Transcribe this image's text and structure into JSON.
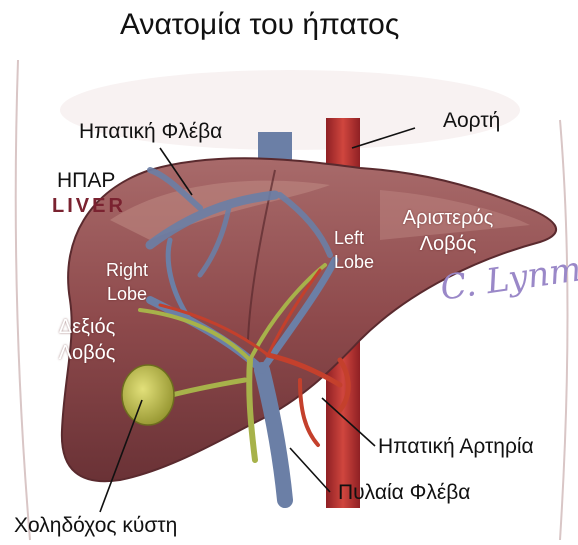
{
  "title": "Ανατομία του ήπατος",
  "labels": {
    "hepatic_vein": "Ηπατική Φλέβα",
    "aorta": "Αορτή",
    "liver_greek": "ΗΠΑΡ",
    "liver_english": "LIVER",
    "left_lobe_greek": "Αριστερός Λοβός",
    "left_lobe_english": "Left Lobe",
    "right_lobe_english": "Right Lobe",
    "right_lobe_greek": "Δεξιός Λοβός",
    "hepatic_artery": "Ηπατική Αρτηρία",
    "portal_vein": "Πυλαία Φλέβα",
    "gallbladder": "Χοληδόχος κύστη"
  },
  "signature": "C. Lynm",
  "colors": {
    "liver": "#8e4a4c",
    "liver_highlight": "#b77a76",
    "vein_blue": "#6b7fa6",
    "artery_red": "#c4402c",
    "bile_green": "#a7b24a",
    "gallbladder": "#b8b840",
    "aorta": "#b8322e"
  }
}
